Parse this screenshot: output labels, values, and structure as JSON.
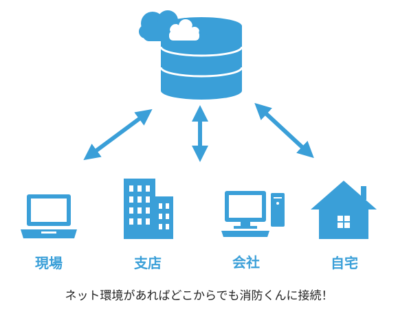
{
  "colors": {
    "primary": "#3a9fd8",
    "text": "#222222"
  },
  "hub": {
    "icon": "cloud-database-icon"
  },
  "nodes": [
    {
      "label": "現場",
      "icon": "laptop-icon"
    },
    {
      "label": "支店",
      "icon": "office-building-icon"
    },
    {
      "label": "会社",
      "icon": "desktop-computer-icon"
    },
    {
      "label": "自宅",
      "icon": "house-icon"
    }
  ],
  "caption": "ネット環境があればどこからでも消防くんに接続！"
}
